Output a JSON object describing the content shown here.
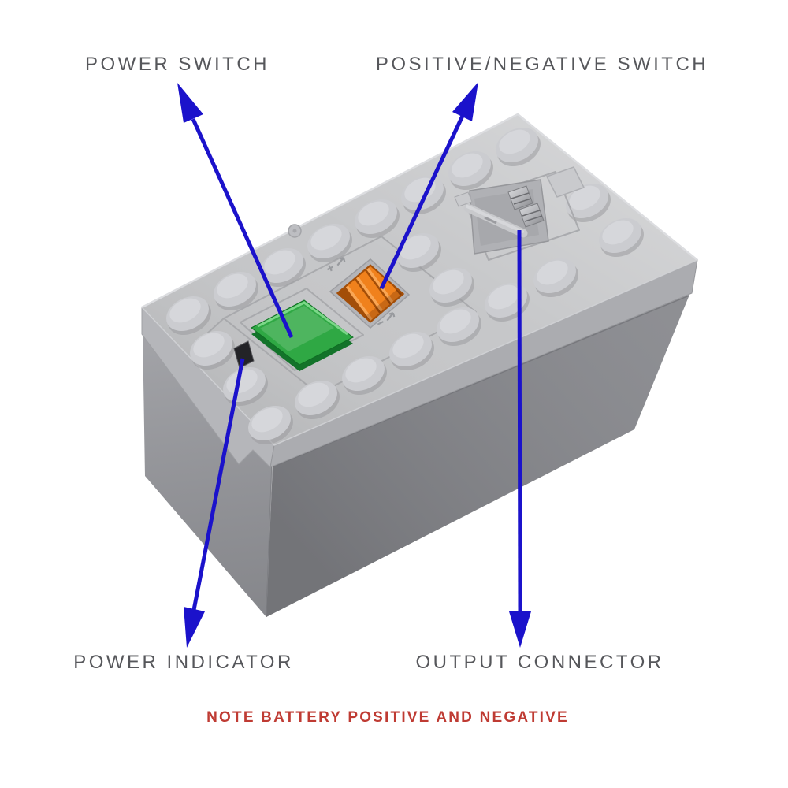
{
  "figure": {
    "labels": {
      "power_switch": "POWER SWITCH",
      "positive_negative_switch": "POSITIVE/NEGATIVE SWITCH",
      "power_indicator": "POWER INDICATOR",
      "output_connector": "OUTPUT CONNECTOR"
    },
    "note": "NOTE BATTERY POSITIVE AND NEGATIVE"
  },
  "colors": {
    "arrow_blue": "#1b12cb",
    "label_text": "#56575b",
    "note_text": "#bf3b33",
    "power_button_green": "#2fa844",
    "polarity_switch_orange": "#f0811c",
    "plate_gray": "#c6c7c9",
    "body_left_gray": "#95969b",
    "body_front_gray": "#84858a",
    "background": "#ffffff"
  }
}
